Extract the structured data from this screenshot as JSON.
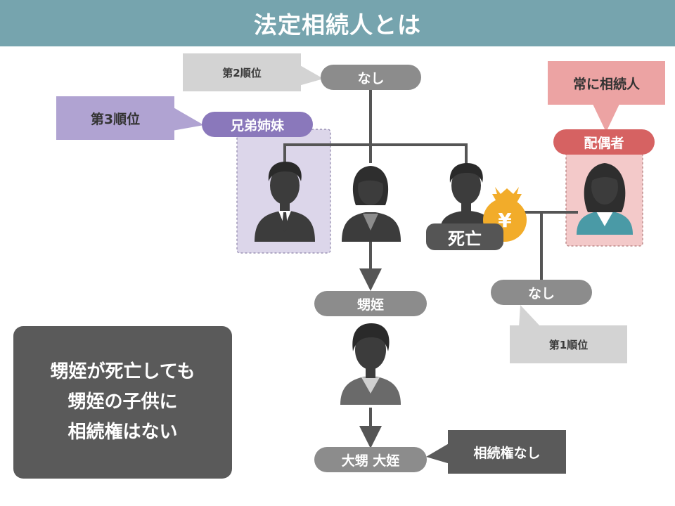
{
  "title": "法定相続人とは",
  "nodes": {
    "parents": "なし",
    "siblings": "兄弟姉妹",
    "spouse": "配偶者",
    "deceased": "死亡",
    "children": "なし",
    "nephews": "甥姪",
    "grand_nephews": "大甥 大姪"
  },
  "callouts": {
    "second_rank": "第2順位",
    "third_rank": "第3順位",
    "always_heir": "常に相続人",
    "first_rank": "第1順位",
    "no_right": "相続権なし"
  },
  "note": {
    "line1": "甥姪が死亡しても",
    "line2": "甥姪の子供に",
    "line3": "相続権はない"
  },
  "icons": {
    "money_bag": "money-bag-icon",
    "yen_symbol": "¥"
  },
  "colors": {
    "title_bar": "#76a4ae",
    "node_gray": "#8c8c8c",
    "siblings_purple": "#8a78bb",
    "spouse_red": "#d66262",
    "money_bag": "#f2ac2a"
  }
}
